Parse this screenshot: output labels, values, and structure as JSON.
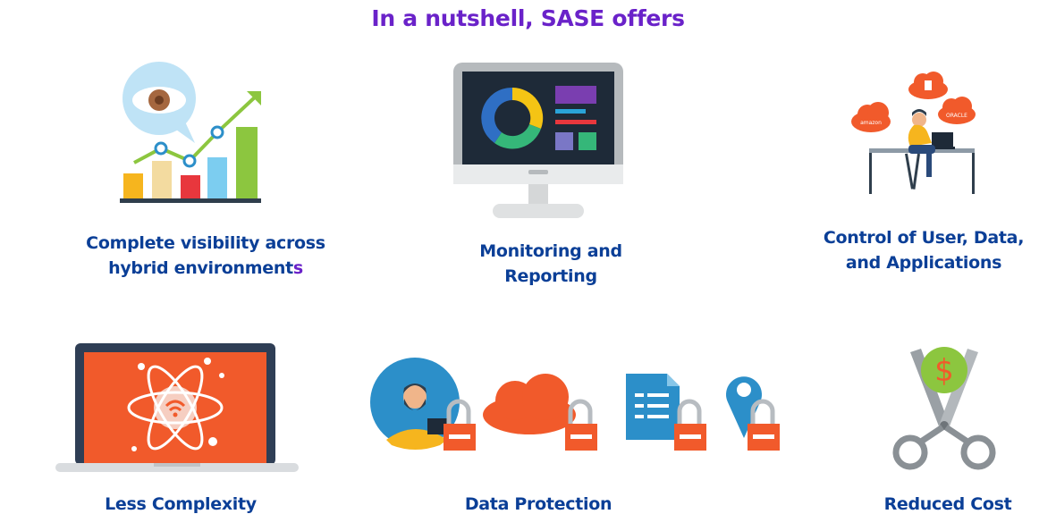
{
  "title": "In a nutshell, SASE offers",
  "features": [
    {
      "line1": "Complete visibility across",
      "line2_main": "hybrid environment",
      "line2_accent": "s",
      "icon": "visibility-chart-icon"
    },
    {
      "line1": "Monitoring and",
      "line2": "Reporting",
      "icon": "monitor-dashboard-icon"
    },
    {
      "line1": "Control of User, Data,",
      "line2": "and Applications",
      "icon": "user-cloud-apps-icon"
    },
    {
      "line1": "Less Complexity",
      "icon": "laptop-atom-icon"
    },
    {
      "line1": "Data Protection",
      "icon": "locked-data-icon"
    },
    {
      "line1": "Reduced Cost",
      "icon": "scissors-dollar-icon"
    }
  ],
  "illustration_labels": {
    "cloud_amazon": "amazon",
    "cloud_oracle": "ORACLE",
    "currency_symbol": "$"
  },
  "colors": {
    "title": "#6a22c9",
    "caption": "#0b3f97",
    "accent_orange": "#f15a2b",
    "accent_blue": "#2aa3d8",
    "accent_green": "#8cc63f"
  }
}
